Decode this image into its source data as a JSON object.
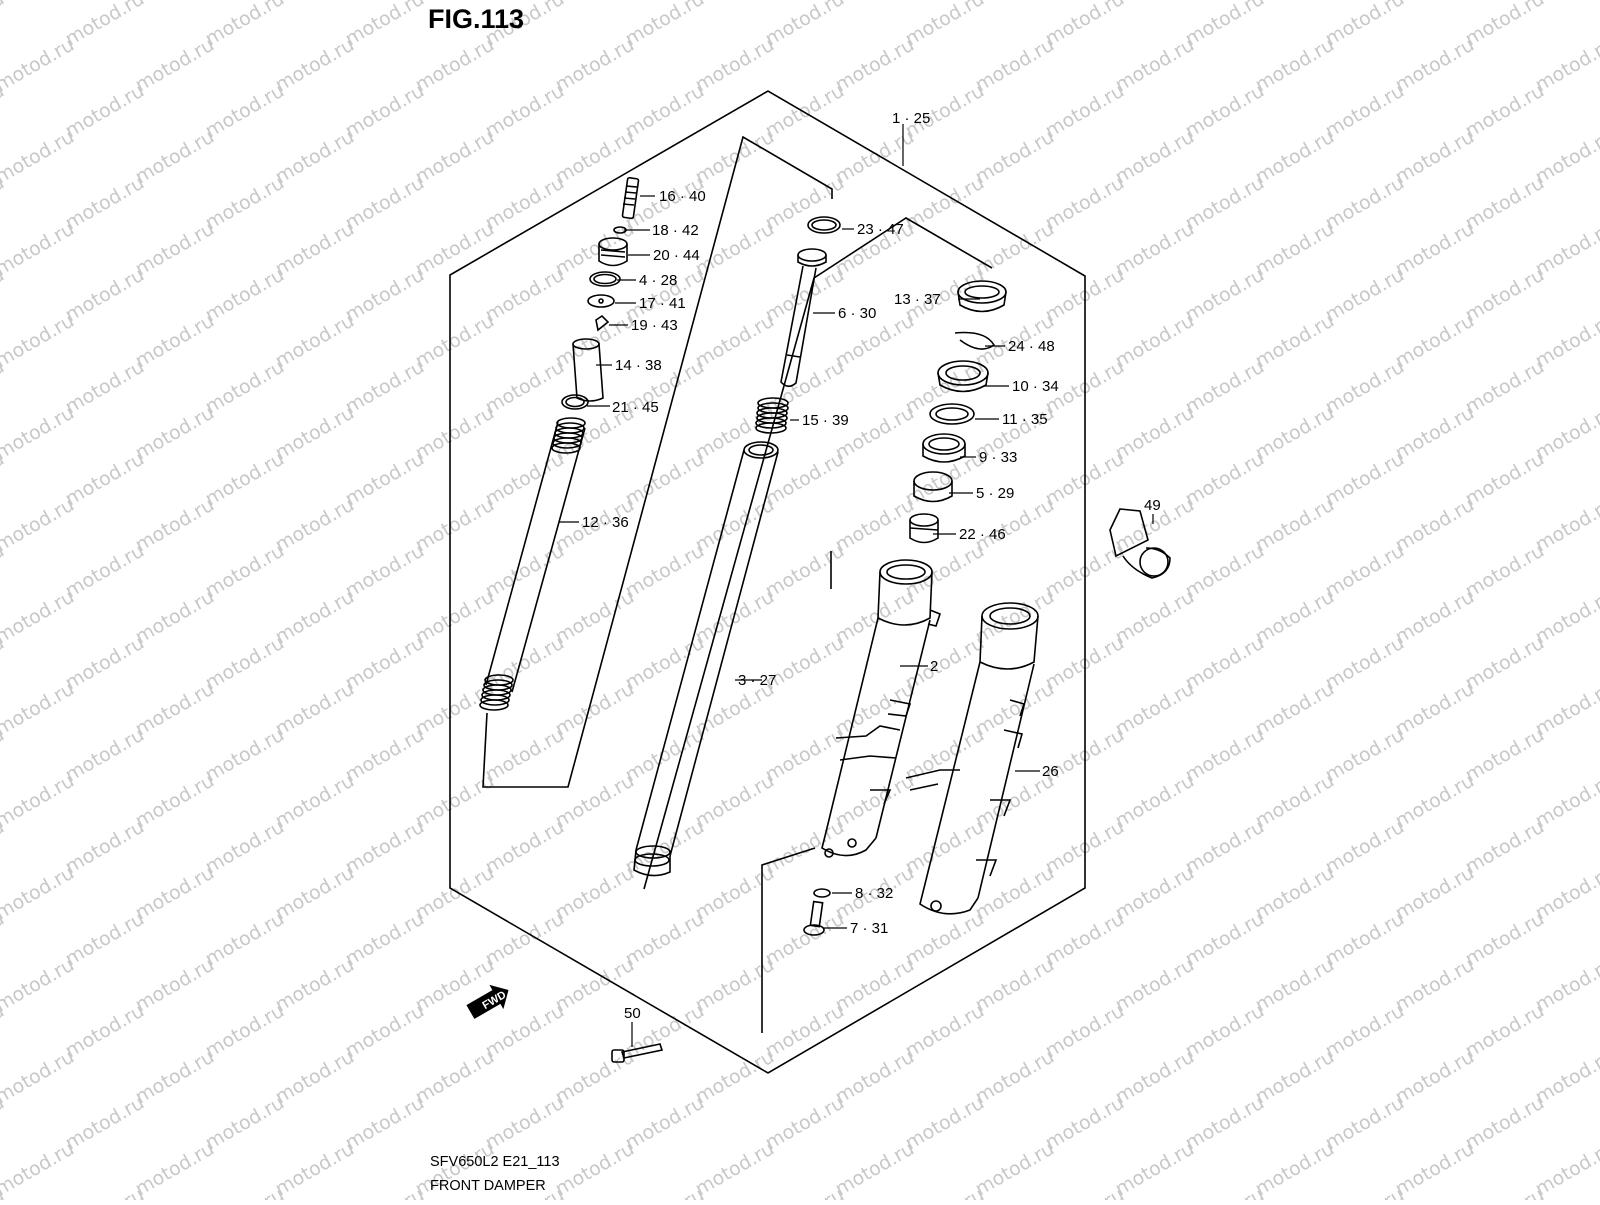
{
  "figure": {
    "title": "FIG.113",
    "model_code": "SFV650L2 E21_113",
    "caption": "FRONT DAMPER"
  },
  "watermark": {
    "text": "motod.ru",
    "color": "#c8c8c8"
  },
  "direction_marker": "FWD",
  "callouts": [
    {
      "id": "c-1-25",
      "label": "1 · 25"
    },
    {
      "id": "c-16-40",
      "label": "16 · 40"
    },
    {
      "id": "c-18-42",
      "label": "18 · 42"
    },
    {
      "id": "c-20-44",
      "label": "20 · 44"
    },
    {
      "id": "c-4-28",
      "label": "4 · 28"
    },
    {
      "id": "c-17-41",
      "label": "17 · 41"
    },
    {
      "id": "c-19-43",
      "label": "19 · 43"
    },
    {
      "id": "c-14-38",
      "label": "14 · 38"
    },
    {
      "id": "c-21-45",
      "label": "21 · 45"
    },
    {
      "id": "c-12-36",
      "label": "12 · 36"
    },
    {
      "id": "c-23-47",
      "label": "23 · 47"
    },
    {
      "id": "c-6-30",
      "label": "6 · 30"
    },
    {
      "id": "c-15-39",
      "label": "15 · 39"
    },
    {
      "id": "c-3-27",
      "label": "3 · 27"
    },
    {
      "id": "c-13-37",
      "label": "13 · 37"
    },
    {
      "id": "c-24-48",
      "label": "24 · 48"
    },
    {
      "id": "c-10-34",
      "label": "10 · 34"
    },
    {
      "id": "c-11-35",
      "label": "11 · 35"
    },
    {
      "id": "c-9-33",
      "label": "9 · 33"
    },
    {
      "id": "c-5-29",
      "label": "5 · 29"
    },
    {
      "id": "c-22-46",
      "label": "22 · 46"
    },
    {
      "id": "c-2",
      "label": "2"
    },
    {
      "id": "c-26",
      "label": "26"
    },
    {
      "id": "c-49",
      "label": "49"
    },
    {
      "id": "c-8-32",
      "label": "8 · 32"
    },
    {
      "id": "c-7-31",
      "label": "7 · 31"
    },
    {
      "id": "c-50",
      "label": "50"
    }
  ]
}
